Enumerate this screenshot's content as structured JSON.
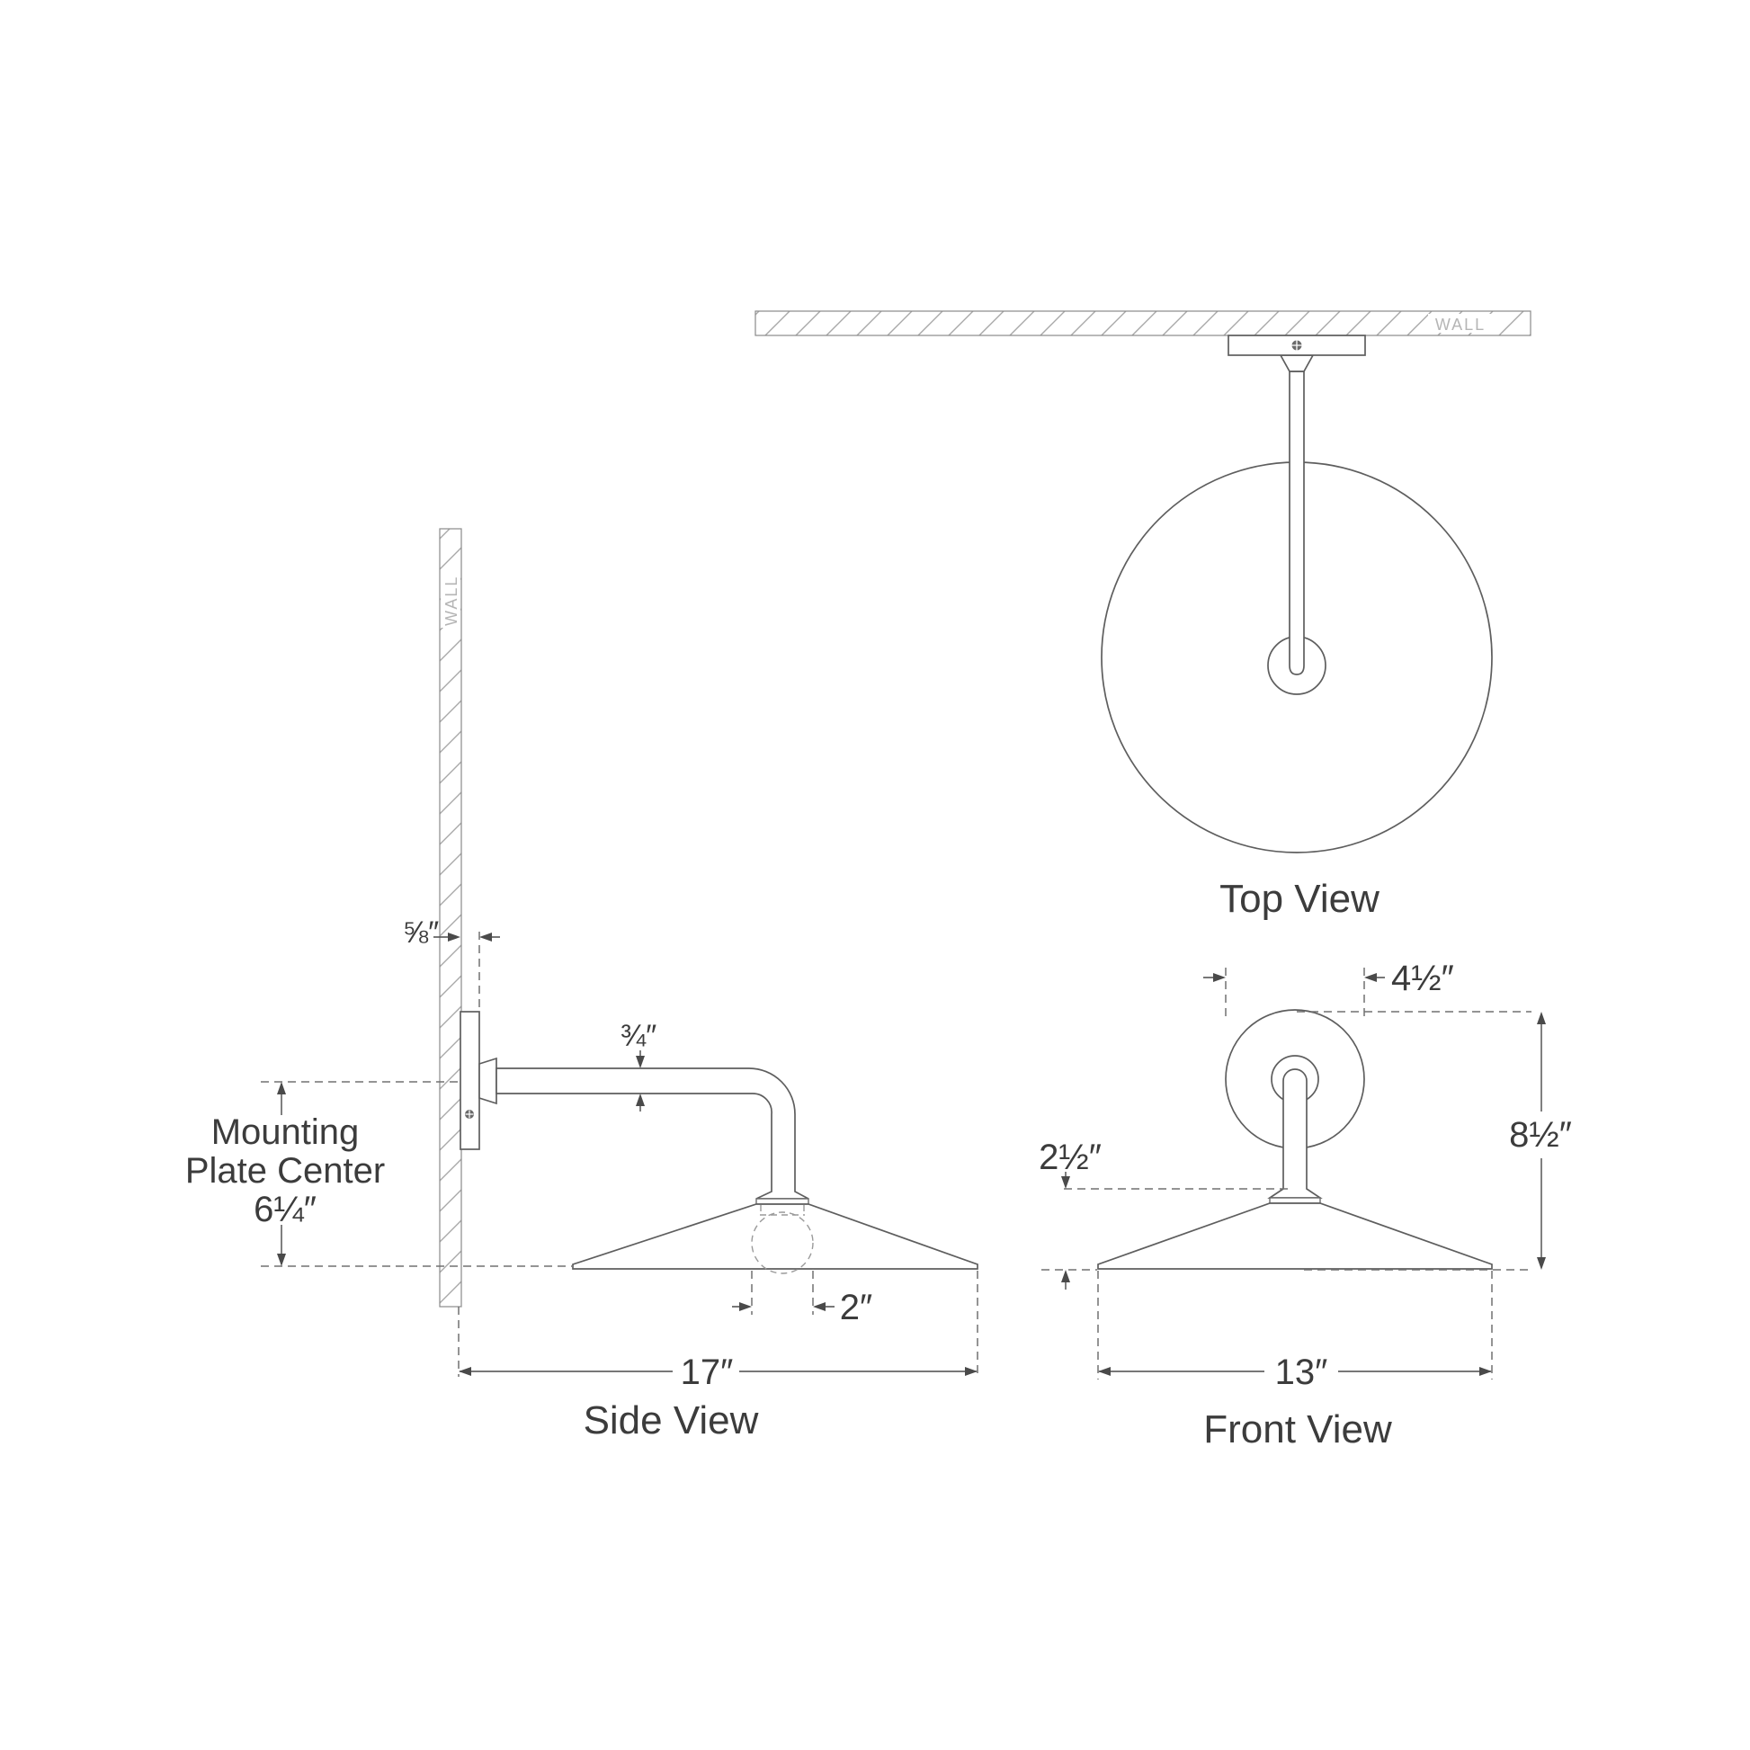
{
  "views": {
    "top": {
      "label": "Top View",
      "wall_label": "WALL"
    },
    "side": {
      "label": "Side View",
      "wall_label": "WALL",
      "dims": {
        "plate_thickness": "⅝″",
        "arm_thickness": "¾″",
        "mount_line1": "Mounting",
        "mount_line2": "Plate Center",
        "mount_line3": "6¼″",
        "socket_width": "2″",
        "projection": "17″"
      }
    },
    "front": {
      "label": "Front View",
      "dims": {
        "backplate_diameter": "4½″",
        "shade_drop": "2½″",
        "overall_height": "8½″",
        "shade_diameter": "13″"
      }
    }
  },
  "colors": {
    "line": "#5e5e5e",
    "dimension": "#4a4a4a",
    "dashed": "#707070",
    "hatch": "#9f9f9f",
    "wall_text": "#b5b5b5",
    "text": "#3c3c3c",
    "background": "#ffffff"
  }
}
